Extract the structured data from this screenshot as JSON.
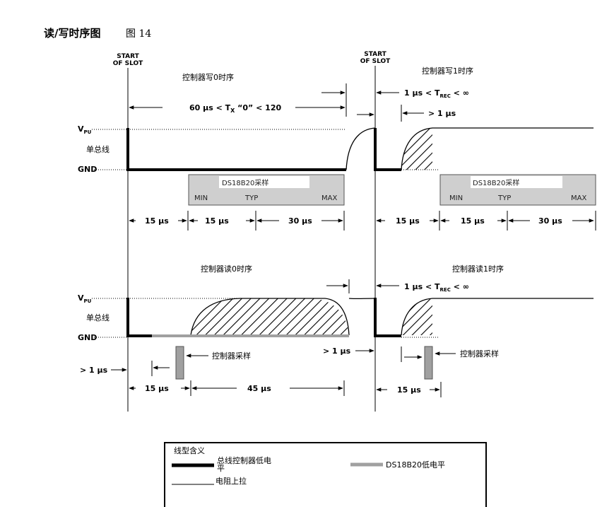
{
  "title": "读/写时序图",
  "figure_label": "图 14",
  "slot_label_1": "START",
  "slot_label_2": "OF SLOT",
  "levels": {
    "vpu_main": "V",
    "vpu_sub": "PU",
    "bus": "单总线",
    "gnd": "GND"
  },
  "write": {
    "section0": "控制器写0时序",
    "section1": "控制器写1时序",
    "tx_pre": "60 μs < T",
    "tx_sub": "X",
    "tx_post": " “0” < 120",
    "trec_pre": "1 μs < T",
    "trec_sub": "REC",
    "trec_post": " < ∞",
    "gt1": "> 1 μs",
    "sample_title": "DS18B20采样",
    "min": "MIN",
    "typ": "TYP",
    "max": "MAX",
    "t15a": "15 μs",
    "t15b": "15 μs",
    "t30": "30 μs"
  },
  "read": {
    "section0": "控制器读0时序",
    "section1": "控制器读1时序",
    "trec_pre": "1 μs < T",
    "trec_sub": "REC",
    "trec_post": " < ∞",
    "gt1_left": "> 1 μs",
    "gt1_mid": "> 1 μs",
    "ctrl_sample": "控制器采样",
    "t15": "15 μs",
    "t45": "45 μs"
  },
  "legend": {
    "heading": "线型含义",
    "bus_master_low_1": "总线控制器低电",
    "bus_master_low_2": "平",
    "ds18b20_low": "DS18B20低电平",
    "pullup": "电阻上拉"
  },
  "colors": {
    "line": "#000000",
    "gray": "#a0a0a0",
    "box_bg": "#cfcfcf",
    "hatch": "#000000"
  }
}
